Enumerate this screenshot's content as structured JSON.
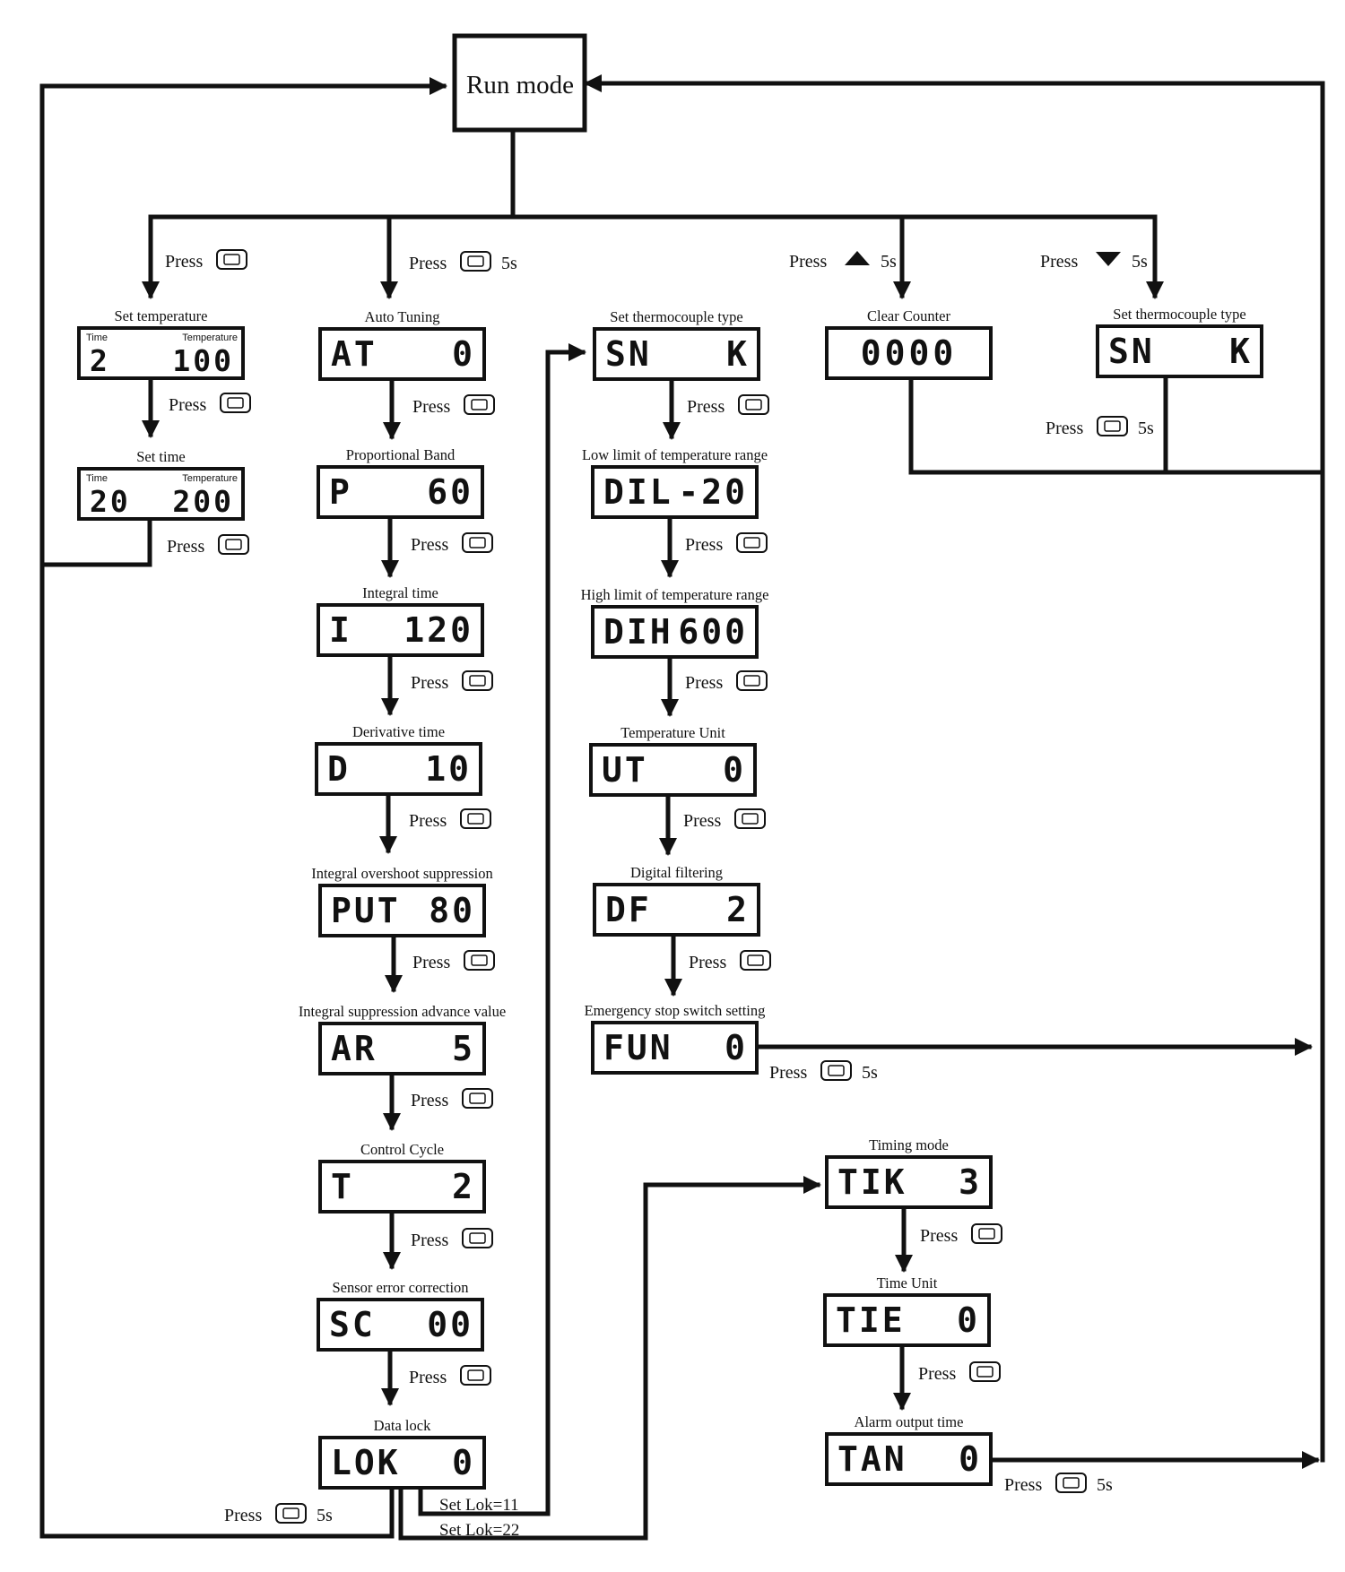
{
  "run_mode": {
    "label": "Run mode"
  },
  "press_word": "Press",
  "duration_5s": "5s",
  "display_headers": {
    "time": "Time",
    "temperature": "Temperature"
  },
  "lok_labels": {
    "set_lok_11": "Set Lok=11",
    "set_lok_22": "Set Lok=22"
  },
  "nodes": [
    {
      "id": "set-temperature",
      "caption": "Set temperature",
      "left": "2",
      "right": "100",
      "headers": true
    },
    {
      "id": "set-time",
      "caption": "Set time",
      "left": "20",
      "right": "200",
      "headers": true
    },
    {
      "id": "auto-tuning",
      "caption": "Auto Tuning",
      "left": "AT",
      "right": "0"
    },
    {
      "id": "proportional-band",
      "caption": "Proportional Band",
      "left": "P",
      "right": "60"
    },
    {
      "id": "integral-time",
      "caption": "Integral time",
      "left": "I",
      "right": "120"
    },
    {
      "id": "derivative-time",
      "caption": "Derivative time",
      "left": "D",
      "right": "10"
    },
    {
      "id": "integral-overshoot-suppression",
      "caption": "Integral overshoot suppression",
      "left": "PUT",
      "right": "80"
    },
    {
      "id": "integral-suppression-advance-value",
      "caption": "Integral suppression advance value",
      "left": "AR",
      "right": "5"
    },
    {
      "id": "control-cycle",
      "caption": "Control Cycle",
      "left": "T",
      "right": "2"
    },
    {
      "id": "sensor-error-correction",
      "caption": "Sensor error correction",
      "left": "SC",
      "right": "00"
    },
    {
      "id": "data-lock",
      "caption": "Data lock",
      "left": "LOK",
      "right": "0"
    },
    {
      "id": "set-thermocouple-type-1",
      "caption": "Set thermocouple type",
      "left": "SN",
      "right": "K"
    },
    {
      "id": "low-limit-temp-range",
      "caption": "Low limit of temperature range",
      "left": "DIL",
      "right": "-20"
    },
    {
      "id": "high-limit-temp-range",
      "caption": "High limit of temperature range",
      "left": "DIH",
      "right": "600"
    },
    {
      "id": "temperature-unit",
      "caption": "Temperature Unit",
      "left": "UT",
      "right": "0"
    },
    {
      "id": "digital-filtering",
      "caption": "Digital filtering",
      "left": "DF",
      "right": "2"
    },
    {
      "id": "emergency-stop-switch-setting",
      "caption": "Emergency stop switch setting",
      "left": "FUN",
      "right": "0"
    },
    {
      "id": "clear-counter",
      "caption": "Clear Counter",
      "left": "0000",
      "right": ""
    },
    {
      "id": "set-thermocouple-type-2",
      "caption": "Set thermocouple type",
      "left": "SN",
      "right": "K"
    },
    {
      "id": "timing-mode",
      "caption": "Timing mode",
      "left": "TIK",
      "right": "3"
    },
    {
      "id": "time-unit",
      "caption": "Time Unit",
      "left": "TIE",
      "right": "0"
    },
    {
      "id": "alarm-output-time",
      "caption": "Alarm output time",
      "left": "TAN",
      "right": "0"
    }
  ],
  "transitions": [
    {
      "id": "p-run-settemp",
      "key": "set",
      "long": false
    },
    {
      "id": "p-settemp-settime",
      "key": "set",
      "long": false
    },
    {
      "id": "p-settime-run",
      "key": "set",
      "long": false
    },
    {
      "id": "p-run-at",
      "key": "set",
      "long": true
    },
    {
      "id": "p-at-p",
      "key": "set",
      "long": false
    },
    {
      "id": "p-p-i",
      "key": "set",
      "long": false
    },
    {
      "id": "p-i-d",
      "key": "set",
      "long": false
    },
    {
      "id": "p-d-put",
      "key": "set",
      "long": false
    },
    {
      "id": "p-put-ar",
      "key": "set",
      "long": false
    },
    {
      "id": "p-ar-t",
      "key": "set",
      "long": false
    },
    {
      "id": "p-t-sc",
      "key": "set",
      "long": false
    },
    {
      "id": "p-sc-lok",
      "key": "set",
      "long": false
    },
    {
      "id": "p-lok-run",
      "key": "set",
      "long": true
    },
    {
      "id": "p-sn-dil",
      "key": "set",
      "long": false
    },
    {
      "id": "p-dil-dih",
      "key": "set",
      "long": false
    },
    {
      "id": "p-dih-ut",
      "key": "set",
      "long": false
    },
    {
      "id": "p-ut-df",
      "key": "set",
      "long": false
    },
    {
      "id": "p-df-fun",
      "key": "set",
      "long": false
    },
    {
      "id": "p-fun-run",
      "key": "set",
      "long": true
    },
    {
      "id": "p-run-clear",
      "key": "up",
      "long": true
    },
    {
      "id": "p-run-sn2",
      "key": "down",
      "long": true
    },
    {
      "id": "p-sn2-run",
      "key": "set",
      "long": true
    },
    {
      "id": "p-tik-tie",
      "key": "set",
      "long": false
    },
    {
      "id": "p-tie-tan",
      "key": "set",
      "long": false
    },
    {
      "id": "p-tan-run",
      "key": "set",
      "long": true
    }
  ]
}
